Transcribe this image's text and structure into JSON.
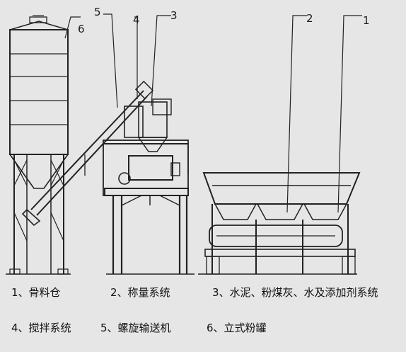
{
  "callouts": {
    "c1": "1",
    "c2": "2",
    "c3": "3",
    "c4": "4",
    "c5": "5",
    "c6": "6"
  },
  "legend": {
    "item1": "1、骨料仓",
    "item2": "2、称量系统",
    "item3": "3、水泥、粉煤灰、水及添加剂系统",
    "item4": "4、搅拌系统",
    "item5": "5、螺旋输送机",
    "item6": "6、立式粉罐"
  },
  "colors": {
    "background": "#e6e6e6",
    "ink": "#222222"
  }
}
